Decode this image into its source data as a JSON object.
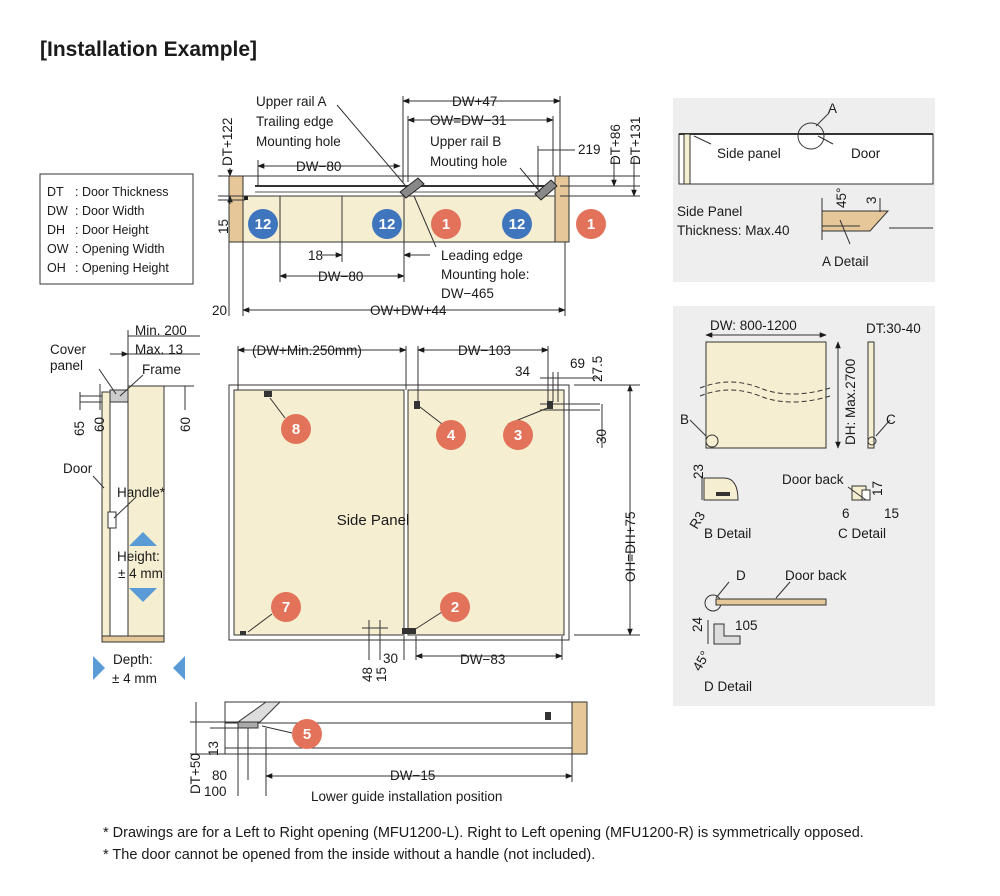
{
  "title": "[Installation Example]",
  "legend": [
    {
      "abbr": "DT",
      "desc": ": Door Thickness"
    },
    {
      "abbr": "DW",
      "desc": ": Door Width"
    },
    {
      "abbr": "DH",
      "desc": ": Door Height"
    },
    {
      "abbr": "OW",
      "desc": ": Opening Width"
    },
    {
      "abbr": "OH",
      "desc": ": Opening Height"
    }
  ],
  "top_view": {
    "labels": {
      "upper_rail_a": "Upper rail A",
      "trailing_edge": "Trailing edge",
      "mounting_hole": "Mounting hole",
      "upper_rail_b": "Upper rail B",
      "mouting_hole": "Mouting hole",
      "leading_edge": "Leading edge",
      "leading_mounting": "Mounting hole:",
      "leading_value": "DW−465"
    },
    "dims": {
      "dw_plus_47": "DW+47",
      "ow_eq": "OW=DW−31",
      "dw_minus_80_top": "DW−80",
      "v219": "219",
      "dt_plus_86": "DT+86",
      "dt_plus_131": "DT+131",
      "dt_plus_122": "DT+122",
      "v15": "15",
      "v18": "18",
      "dw_minus_80_bottom": "DW−80",
      "v20": "20",
      "ow_dw_44": "OW+DW+44"
    }
  },
  "side_section": {
    "labels": {
      "min200": "Min. 200",
      "cover": "Cover",
      "panel": "panel",
      "max13": "Max. 13",
      "frame": "Frame",
      "door": "Door",
      "handle": "Handle*",
      "height": "Height:",
      "height_tol": "± 4 mm",
      "depth": "Depth:",
      "depth_tol": "± 4 mm"
    },
    "dims": {
      "v65": "65",
      "v60a": "60",
      "v60b": "60"
    }
  },
  "front_view": {
    "labels": {
      "side_panel": "Side Panel"
    },
    "dims": {
      "dw_min250": "(DW+Min.250mm)",
      "dw_minus_103": "DW−103",
      "v34": "34",
      "v69": "69",
      "v27_5": "27.5",
      "v30_right": "30",
      "oh": "OH=DH+75",
      "v48": "48",
      "v15": "15",
      "v30_bottom": "30",
      "dw_minus_83": "DW−83"
    }
  },
  "lower_guide": {
    "caption": "Lower guide installation position",
    "dims": {
      "dt_plus_50": "DT+50",
      "v13": "13",
      "v80": "80",
      "v100": "100",
      "dw_minus_15": "DW−15"
    }
  },
  "detail_a": {
    "a": "A",
    "side_panel": "Side panel",
    "door": "Door",
    "thickness_1": "Side Panel",
    "thickness_2": "Thickness: Max.40",
    "angle": "45°",
    "v3": "3",
    "caption": "A Detail"
  },
  "detail_door": {
    "dw_range": "DW: 800-1200",
    "dt_range": "DT:30-40",
    "dh": "DH: Max.2700",
    "b": "B",
    "c": "C",
    "v23": "23",
    "r3": "R3",
    "b_caption": "B Detail",
    "door_back_c": "Door back",
    "v17": "17",
    "v6": "6",
    "v15": "15",
    "c_caption": "C Detail",
    "d": "D",
    "door_back_d": "Door back",
    "v24": "24",
    "v105": "105",
    "v45": "45°",
    "d_caption": "D Detail"
  },
  "badges": {
    "b1": "1",
    "b2": "2",
    "b3": "3",
    "b4": "4",
    "b5": "5",
    "b7": "7",
    "b8": "8",
    "b12": "12"
  },
  "notes": [
    "* Drawings are for a Left to Right opening (MFU1200-L). Right to Left opening (MFU1200-R) is symmetrically opposed.",
    "* The door cannot be opened from the inside without a handle (not included)."
  ],
  "colors": {
    "panel_fill": "#f6eed0",
    "wood": "#e6c79a",
    "badge_red": "#e2735a",
    "badge_blue": "#3f75bd",
    "detail_bg": "#eeeeee",
    "arrow_blue": "#5b9bd5"
  }
}
